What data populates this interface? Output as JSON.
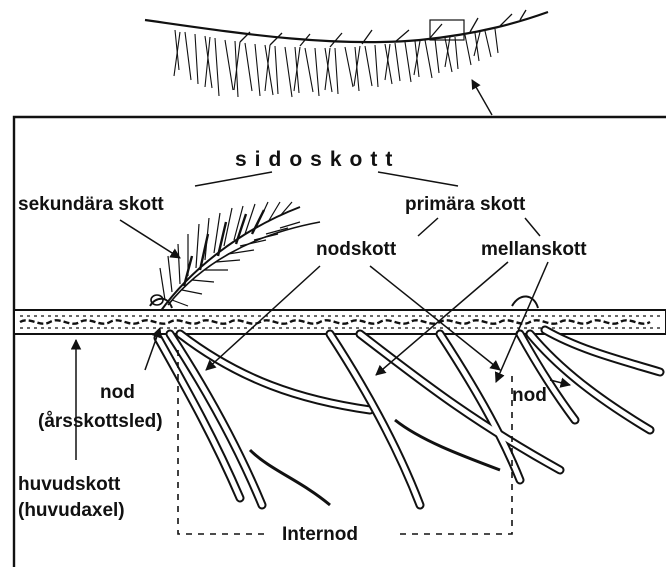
{
  "labels": {
    "sidoskott": "sidoskott",
    "sekundara_skott": "sekundära skott",
    "primara_skott": "primära skott",
    "nodskott": "nodskott",
    "mellanskott": "mellanskott",
    "nod_left": "nod",
    "arsskottsled": "(årsskottsled)",
    "nod_right": "nod",
    "huvudskott": "huvudskott",
    "huvudaxel": "(huvudaxel)",
    "internod": "Internod"
  },
  "colors": {
    "ink": "#111111",
    "background": "#ffffff"
  }
}
